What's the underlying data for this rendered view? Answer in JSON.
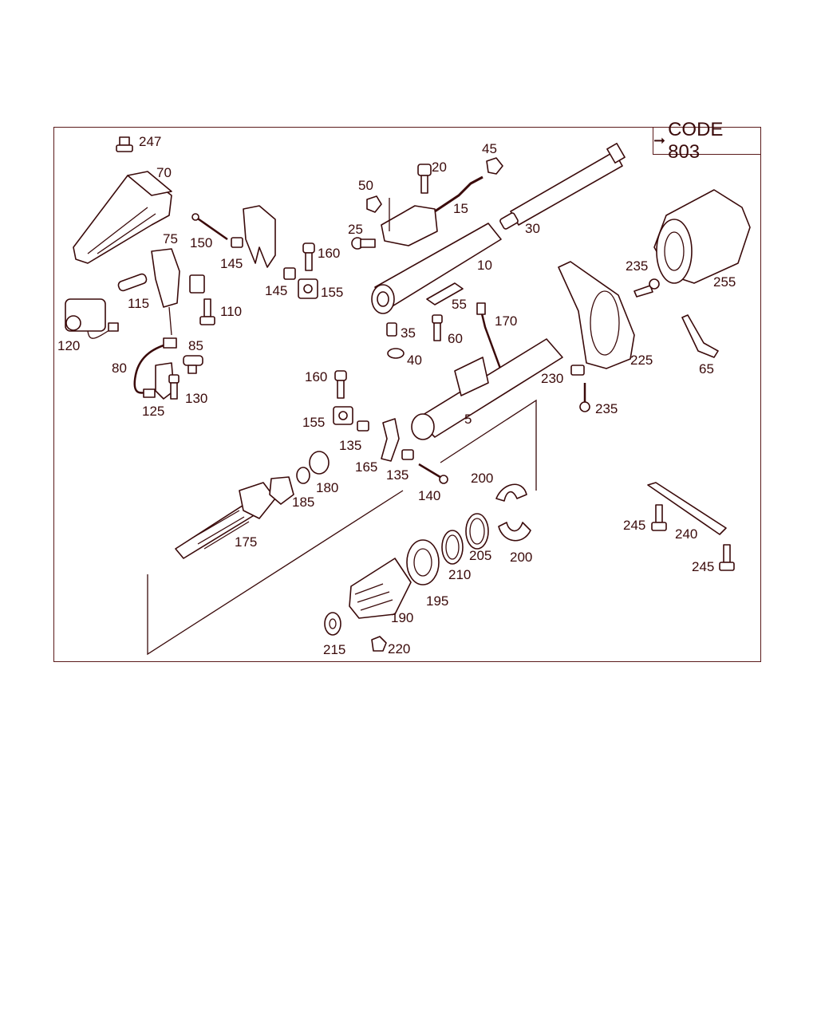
{
  "header": {
    "code_label": "CODE 803"
  },
  "callouts": [
    {
      "id": "c247",
      "text": "247"
    },
    {
      "id": "c70",
      "text": "70"
    },
    {
      "id": "c75",
      "text": "75"
    },
    {
      "id": "c150",
      "text": "150"
    },
    {
      "id": "c145a",
      "text": "145"
    },
    {
      "id": "c145b",
      "text": "145"
    },
    {
      "id": "c160a",
      "text": "160"
    },
    {
      "id": "c155a",
      "text": "155"
    },
    {
      "id": "c115",
      "text": "115"
    },
    {
      "id": "c110",
      "text": "110"
    },
    {
      "id": "c120",
      "text": "120"
    },
    {
      "id": "c85",
      "text": "85"
    },
    {
      "id": "c80",
      "text": "80"
    },
    {
      "id": "c125",
      "text": "125"
    },
    {
      "id": "c130",
      "text": "130"
    },
    {
      "id": "c50",
      "text": "50"
    },
    {
      "id": "c20",
      "text": "20"
    },
    {
      "id": "c45",
      "text": "45"
    },
    {
      "id": "c15",
      "text": "15"
    },
    {
      "id": "c25",
      "text": "25"
    },
    {
      "id": "c10",
      "text": "10"
    },
    {
      "id": "c30",
      "text": "30"
    },
    {
      "id": "c55",
      "text": "55"
    },
    {
      "id": "c35",
      "text": "35"
    },
    {
      "id": "c40",
      "text": "40"
    },
    {
      "id": "c60",
      "text": "60"
    },
    {
      "id": "c170",
      "text": "170"
    },
    {
      "id": "c160b",
      "text": "160"
    },
    {
      "id": "c155b",
      "text": "155"
    },
    {
      "id": "c135a",
      "text": "135"
    },
    {
      "id": "c165",
      "text": "165"
    },
    {
      "id": "c135b",
      "text": "135"
    },
    {
      "id": "c140",
      "text": "140"
    },
    {
      "id": "c5",
      "text": "5"
    },
    {
      "id": "c235a",
      "text": "235"
    },
    {
      "id": "c255",
      "text": "255"
    },
    {
      "id": "c225",
      "text": "225"
    },
    {
      "id": "c65",
      "text": "65"
    },
    {
      "id": "c230",
      "text": "230"
    },
    {
      "id": "c235b",
      "text": "235"
    },
    {
      "id": "c200a",
      "text": "200"
    },
    {
      "id": "c180",
      "text": "180"
    },
    {
      "id": "c185",
      "text": "185"
    },
    {
      "id": "c175",
      "text": "175"
    },
    {
      "id": "c205",
      "text": "205"
    },
    {
      "id": "c200b",
      "text": "200"
    },
    {
      "id": "c210",
      "text": "210"
    },
    {
      "id": "c195",
      "text": "195"
    },
    {
      "id": "c190",
      "text": "190"
    },
    {
      "id": "c215",
      "text": "215"
    },
    {
      "id": "c220",
      "text": "220"
    },
    {
      "id": "c245a",
      "text": "245"
    },
    {
      "id": "c240",
      "text": "240"
    },
    {
      "id": "c245b",
      "text": "245"
    }
  ]
}
